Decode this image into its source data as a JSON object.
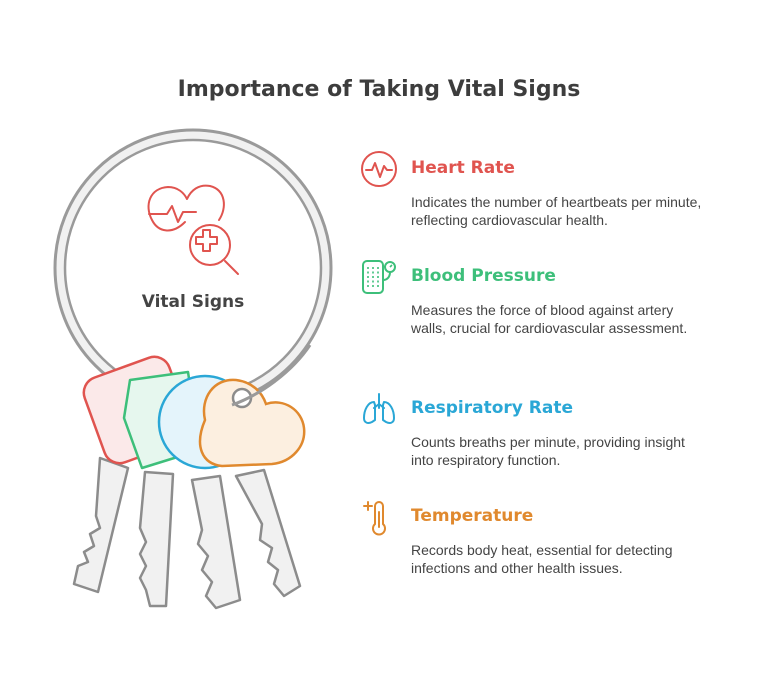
{
  "title": "Importance of Taking Vital Signs",
  "center_label": "Vital Signs",
  "colors": {
    "heart": "#E0544F",
    "pressure": "#3DBF7A",
    "respiratory": "#2AA7D6",
    "temperature": "#E0892E",
    "outline": "#9a9a9a"
  },
  "items": [
    {
      "heading": "Heart Rate",
      "description": "Indicates the number of heartbeats per minute, reflecting cardiovascular health.",
      "icon": "heart-rate-icon"
    },
    {
      "heading": "Blood Pressure",
      "description": "Measures the force of blood against artery walls, crucial for cardiovascular assessment.",
      "icon": "blood-pressure-icon"
    },
    {
      "heading": "Respiratory Rate",
      "description": "Counts breaths per minute, providing insight into respiratory function.",
      "icon": "lungs-icon"
    },
    {
      "heading": "Temperature",
      "description": "Records body heat, essential for detecting infections and other health issues.",
      "icon": "thermometer-icon"
    }
  ]
}
